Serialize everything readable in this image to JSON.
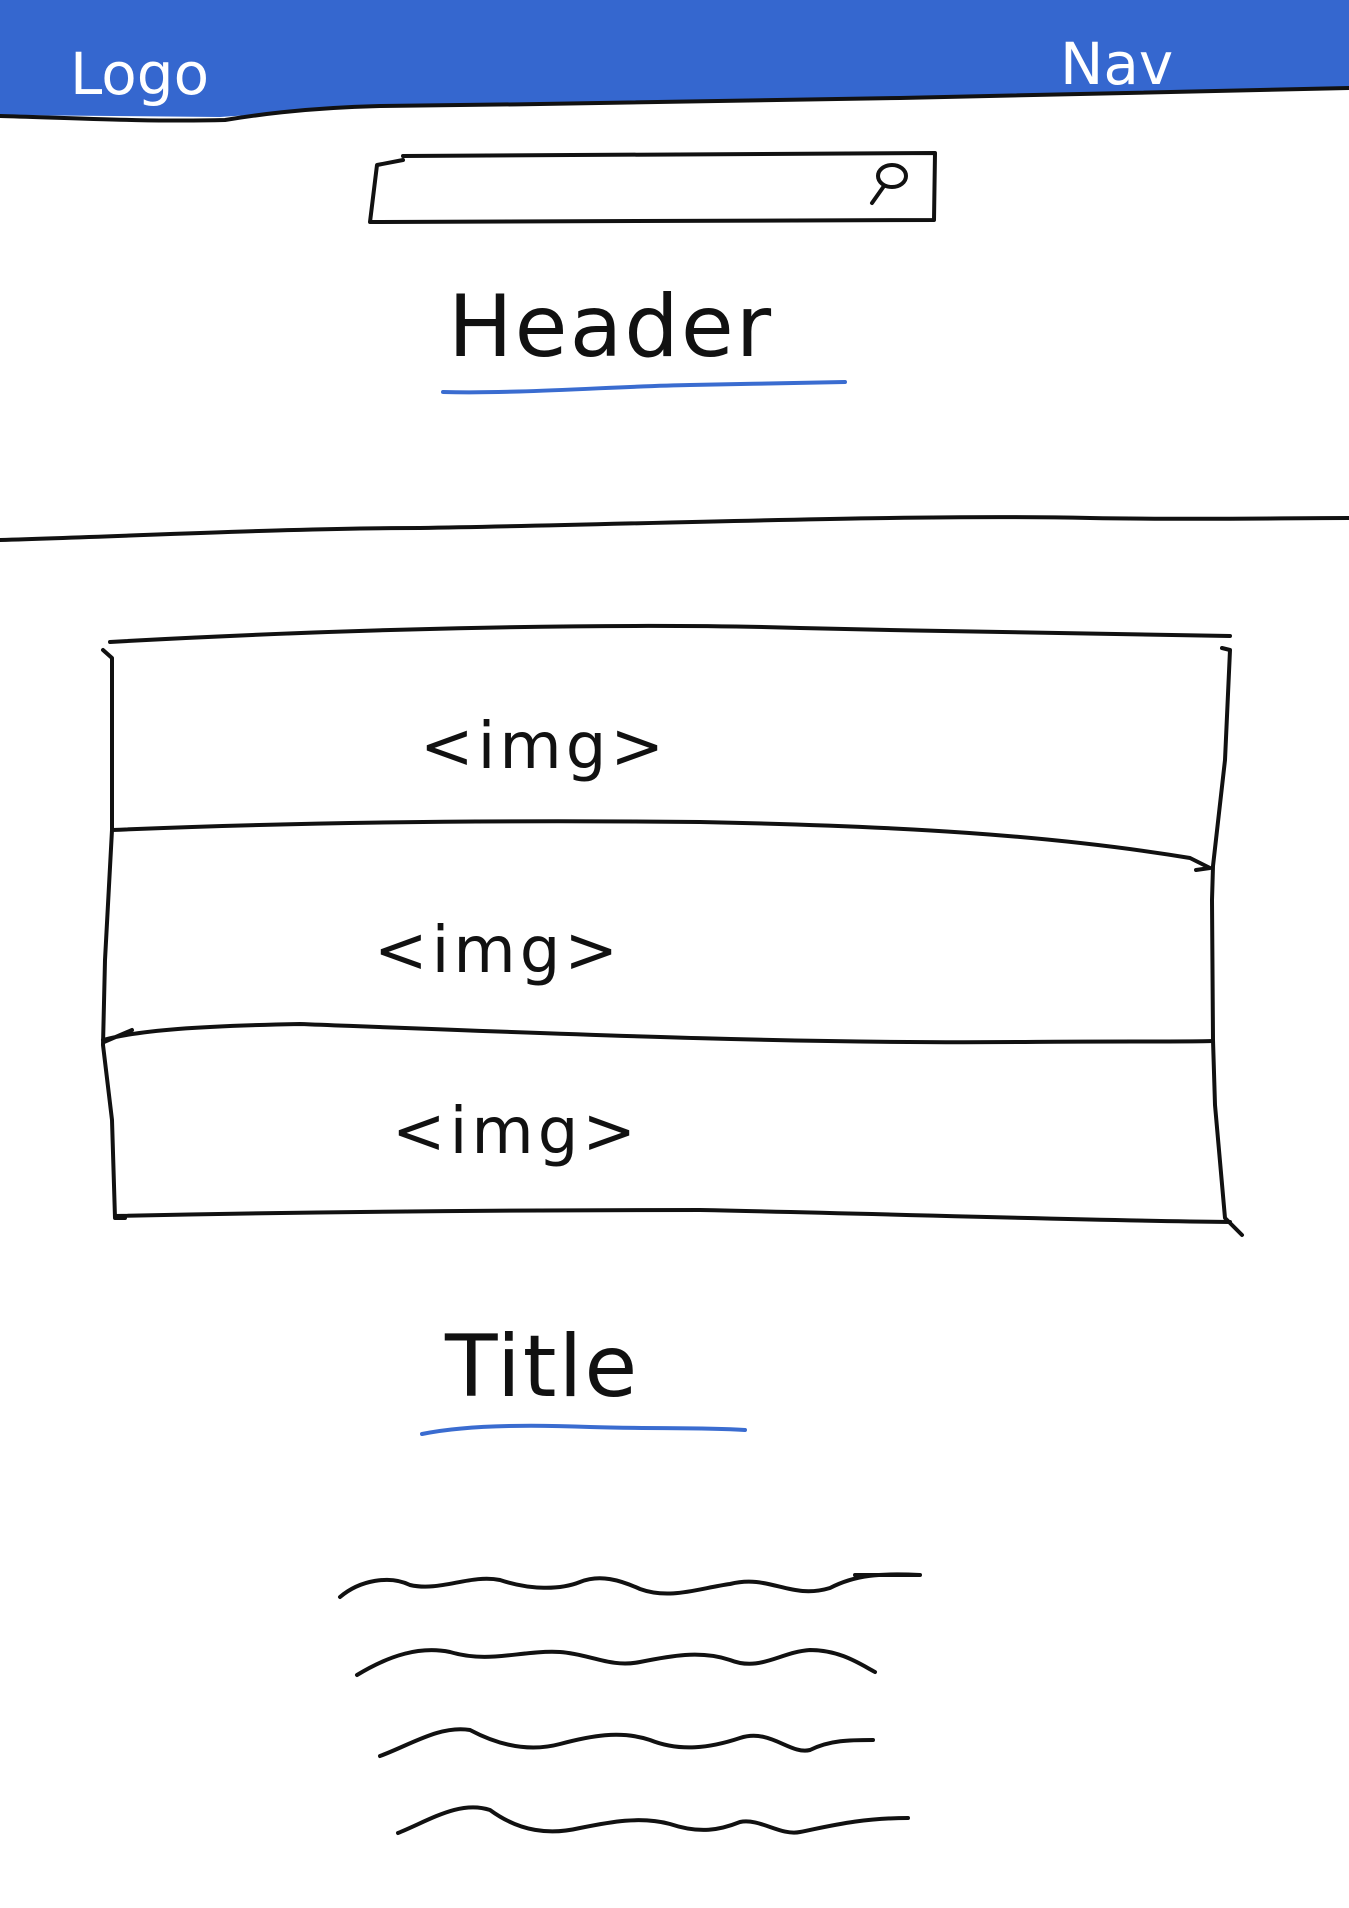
{
  "topbar": {
    "logo": "Logo",
    "nav": "Nav",
    "color": "#3567cf"
  },
  "search": {
    "icon": "search-icon"
  },
  "header": {
    "title": "Header",
    "underline_color": "#3a6cd0"
  },
  "gallery": {
    "items": [
      {
        "label": "<img>"
      },
      {
        "label": "<img>"
      },
      {
        "label": "<img>"
      }
    ]
  },
  "content": {
    "title": "Title",
    "underline_color": "#3a6cd0"
  }
}
